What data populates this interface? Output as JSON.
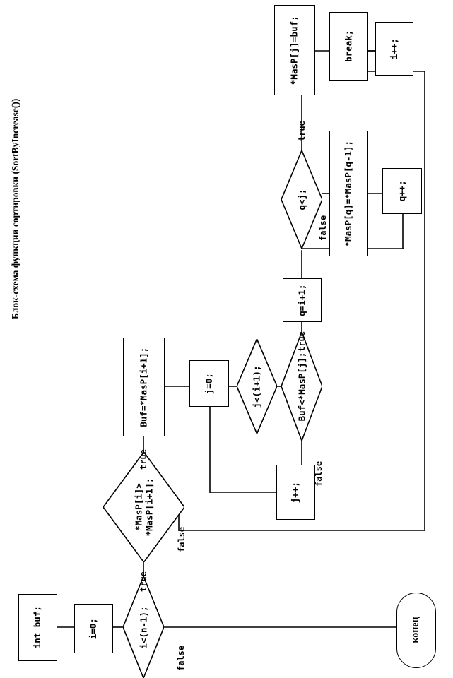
{
  "title": "Блок-схема функции сортировки (SortByIncrease())",
  "orientation": "rotated-90-ccw",
  "colors": {
    "stroke": "#000000",
    "fill": "#ffffff",
    "text": "#000000"
  },
  "nodes": [
    {
      "id": "decl",
      "kind": "process",
      "label": "int buf;"
    },
    {
      "id": "init_i",
      "kind": "process",
      "label": "i=0;"
    },
    {
      "id": "cond_i",
      "kind": "decision",
      "label": "i<(n-1);"
    },
    {
      "id": "cond_swap",
      "kind": "decision",
      "label": "*MasP[i]>\n*MasP[i+1];"
    },
    {
      "id": "buf_assign",
      "kind": "process",
      "label": "Buf=*MasP[i+1];"
    },
    {
      "id": "init_j",
      "kind": "process",
      "label": "j=0;"
    },
    {
      "id": "cond_j",
      "kind": "decision",
      "label": "j<(i+1);"
    },
    {
      "id": "cond_bufless",
      "kind": "decision",
      "label": "Buf<*MasP[j];"
    },
    {
      "id": "inc_j",
      "kind": "process",
      "label": "j++;"
    },
    {
      "id": "q_assign",
      "kind": "process",
      "label": "q=i+1;"
    },
    {
      "id": "cond_q",
      "kind": "decision",
      "label": "q<j;"
    },
    {
      "id": "shift",
      "kind": "process",
      "label": "*MasP[q]=*MasP[q-1];"
    },
    {
      "id": "inc_q",
      "kind": "process",
      "label": "q++;"
    },
    {
      "id": "place_buf",
      "kind": "process",
      "label": "*MasP[j]=buf;"
    },
    {
      "id": "brk",
      "kind": "process",
      "label": "break;"
    },
    {
      "id": "inc_i",
      "kind": "process",
      "label": "i++;"
    },
    {
      "id": "end",
      "kind": "terminal",
      "label": "конец"
    }
  ],
  "edge_labels": [
    {
      "id": "cond_i_true",
      "text": "true"
    },
    {
      "id": "cond_i_false",
      "text": "false"
    },
    {
      "id": "cond_swap_true",
      "text": "true"
    },
    {
      "id": "cond_swap_false",
      "text": "false"
    },
    {
      "id": "cond_bufless_true",
      "text": "true"
    },
    {
      "id": "cond_bufless_false",
      "text": "false"
    },
    {
      "id": "cond_q_true",
      "text": "true"
    },
    {
      "id": "cond_q_false",
      "text": "false"
    }
  ]
}
